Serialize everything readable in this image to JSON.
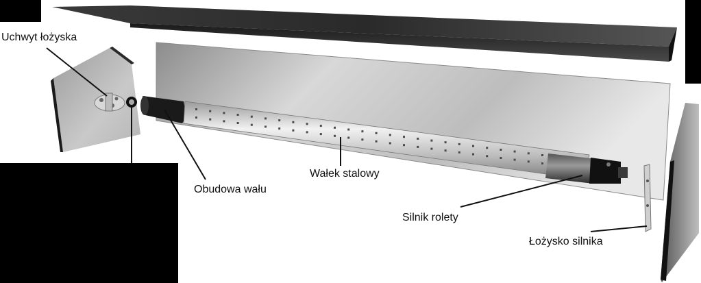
{
  "labels": {
    "bearing_bracket": "Uchwyt łożyska",
    "shaft_housing": "Obudowa wału",
    "steel_shaft": "Wałek stalowy",
    "shutter_motor": "Silnik rolety",
    "motor_bearing": "Łożysko silnika"
  },
  "colors": {
    "background": "#ffffff",
    "black_block": "#000000",
    "leader_line": "#111111",
    "text": "#111111"
  }
}
